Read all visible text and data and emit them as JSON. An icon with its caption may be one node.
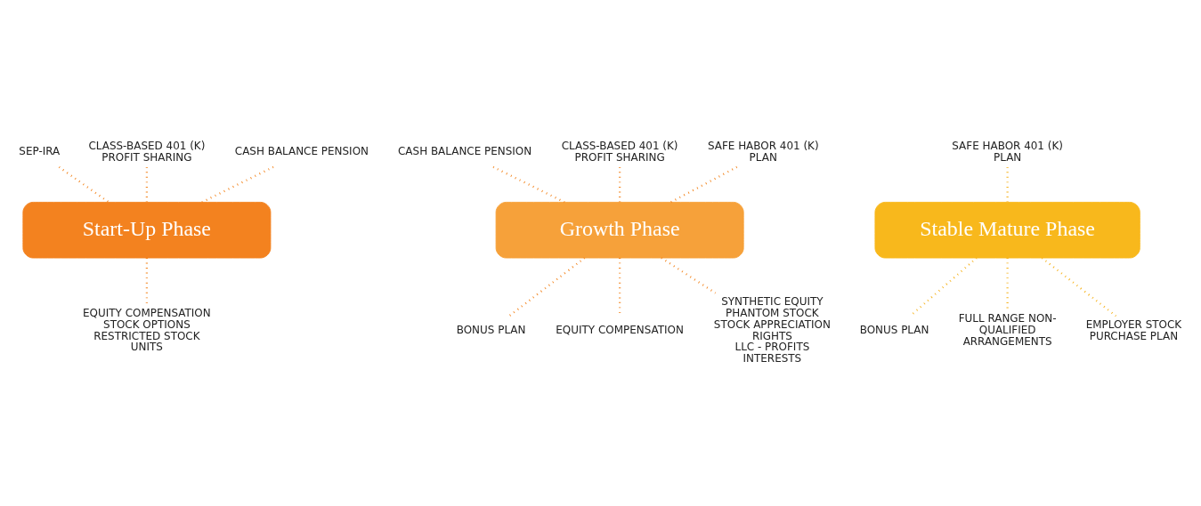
{
  "diagram": {
    "nodes": [
      {
        "text": [
          "SEP-IRA"
        ]
      },
      {
        "text": [
          "CLASS-BASED 401 (K) PROFIT SHARING"
        ]
      },
      {
        "text": [
          "CASH BALANCE PENSION"
        ]
      },
      {
        "text": [
          "Start-Up Phase"
        ]
      },
      {
        "text": [
          "EQUITY COMPENSATION",
          "STOCK OPTIONS",
          "RESTRICTED STOCK UNITS"
        ]
      },
      {
        "text": [
          "CASH BALANCE PENSION"
        ]
      },
      {
        "text": [
          "CLASS-BASED 401 (K) PROFIT SHARING"
        ]
      },
      {
        "text": [
          "SAFE HABOR 401 (K) PLAN"
        ]
      },
      {
        "text": [
          "Growth Phase"
        ]
      },
      {
        "text": [
          "BONUS PLAN"
        ]
      },
      {
        "text": [
          "EQUITY COMPENSATION"
        ]
      },
      {
        "text": [
          "SYNTHETIC EQUITY",
          "PHANTOM STOCK",
          "STOCK APPRECIATION RIGHTS",
          "LLC - PROFITS INTERESTS"
        ]
      },
      {
        "text": [
          "SAFE HABOR 401 (K) PLAN"
        ]
      },
      {
        "text": [
          "Stable Mature Phase"
        ]
      },
      {
        "text": [
          "BONUS PLAN"
        ]
      },
      {
        "text": [
          "FULL RANGE NON-QUALIFIED ARRANGEMENTS"
        ]
      },
      {
        "text": [
          "EMPLOYER STOCK PURCHASE PLAN"
        ]
      }
    ],
    "edges": [
      {
        "from": 0,
        "to": 3,
        "arrow": "none"
      },
      {
        "from": 1,
        "to": 3,
        "arrow": "none"
      },
      {
        "from": 2,
        "to": 3,
        "arrow": "none"
      },
      {
        "from": 3,
        "to": 4,
        "arrow": "none"
      },
      {
        "from": 5,
        "to": 8,
        "arrow": "none"
      },
      {
        "from": 6,
        "to": 8,
        "arrow": "none"
      },
      {
        "from": 7,
        "to": 8,
        "arrow": "none"
      },
      {
        "from": 8,
        "to": 9,
        "arrow": "none"
      },
      {
        "from": 8,
        "to": 10,
        "arrow": "none"
      },
      {
        "from": 8,
        "to": 11,
        "arrow": "none"
      },
      {
        "from": 12,
        "to": 13,
        "arrow": "none",
        "color": "#f6b21b"
      },
      {
        "from": 13,
        "to": 14,
        "arrow": "none",
        "color": "#f6b21b"
      },
      {
        "from": 13,
        "to": 15,
        "arrow": "none",
        "color": "#f6b21b"
      },
      {
        "from": 13,
        "to": 16,
        "arrow": "none",
        "color": "#f6b21b"
      }
    ]
  }
}
